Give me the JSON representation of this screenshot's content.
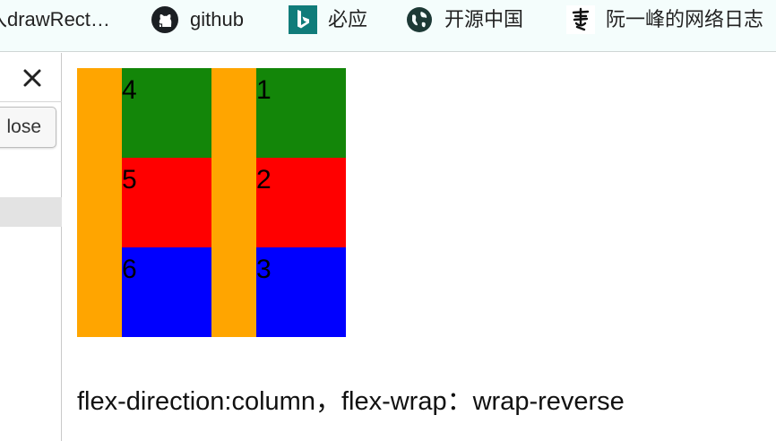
{
  "bookmarks": [
    {
      "label": "入drawRect…",
      "icon": "none"
    },
    {
      "label": "github",
      "icon": "github-icon"
    },
    {
      "label": "必应",
      "icon": "bing-icon"
    },
    {
      "label": "开源中国",
      "icon": "globe-icon"
    },
    {
      "label": "阮一峰的网络日志",
      "icon": "calligraphy-icon"
    }
  ],
  "sidepanel": {
    "close_icon": "close-icon",
    "close_button_label": "lose"
  },
  "flex_demo": {
    "colors": {
      "orange": "#ffa500",
      "green": "#138609",
      "red": "#ff0000",
      "blue": "#0000ff"
    },
    "cells": [
      {
        "text": "4",
        "color": "green"
      },
      {
        "text": "5",
        "color": "red"
      },
      {
        "text": "6",
        "color": "blue"
      },
      {
        "text": "1",
        "color": "green"
      },
      {
        "text": "2",
        "color": "red"
      },
      {
        "text": "3",
        "color": "blue"
      }
    ]
  },
  "caption": "flex-direction:column，flex-wrap：wrap-reverse"
}
